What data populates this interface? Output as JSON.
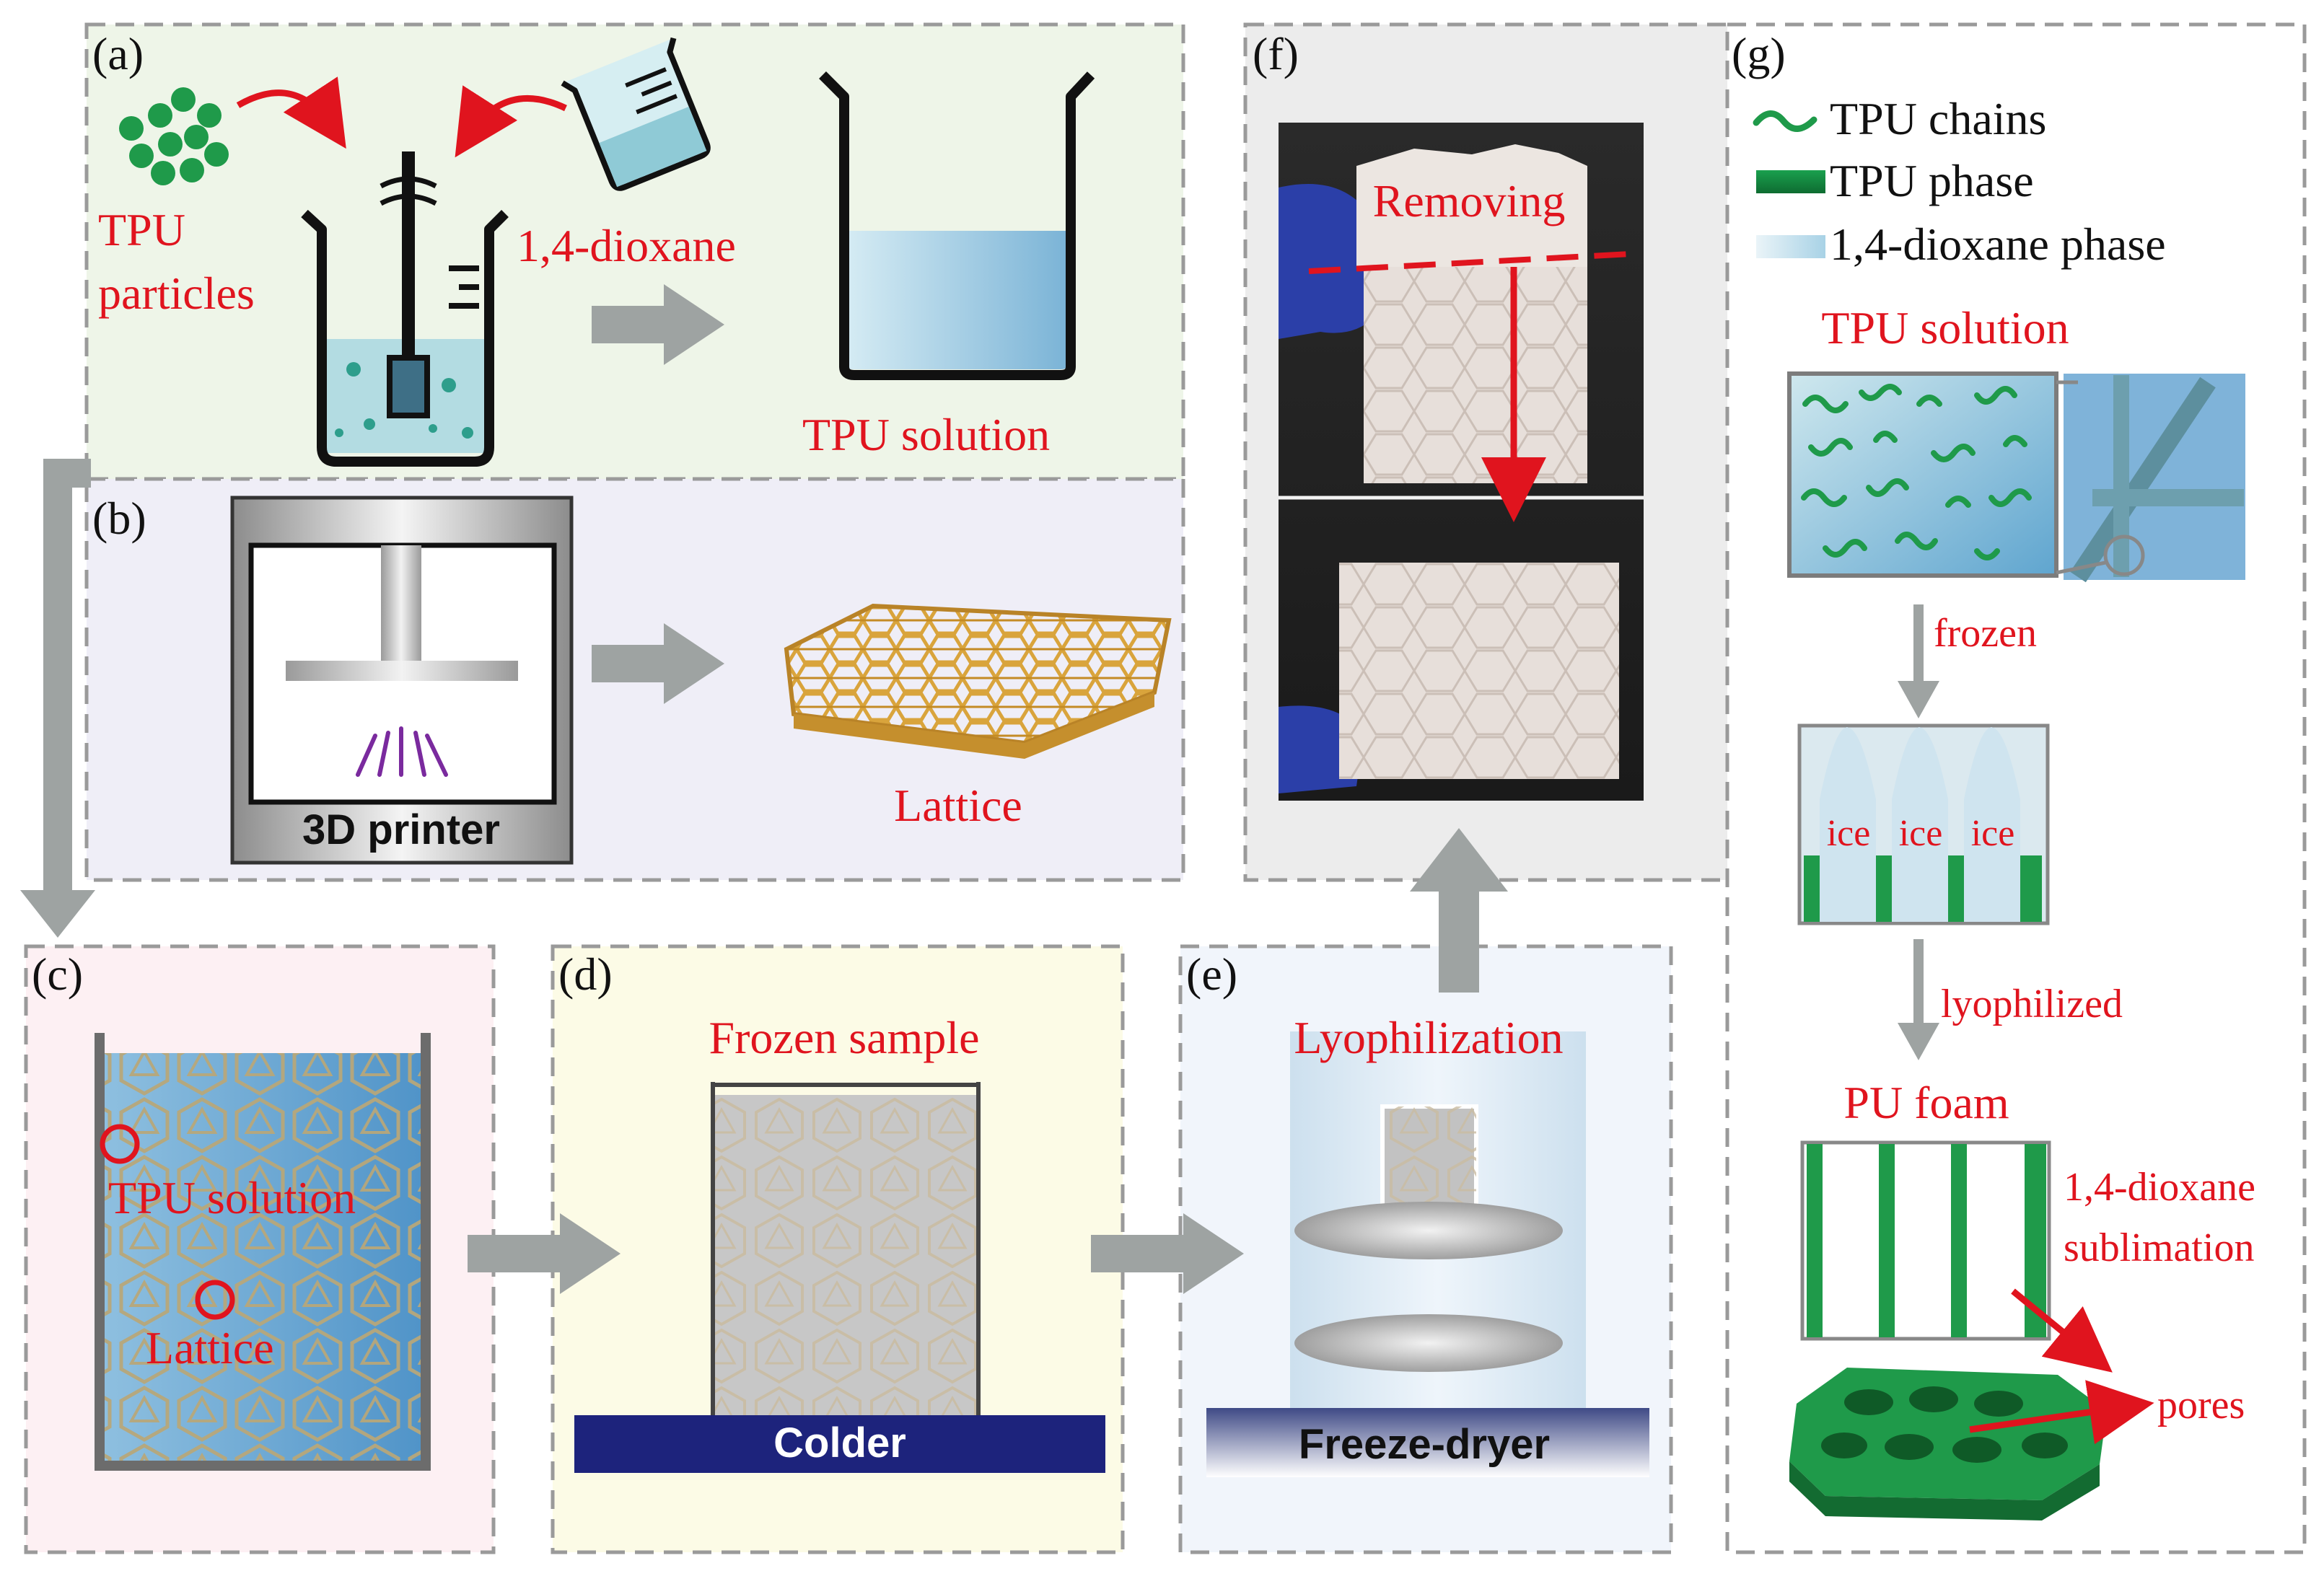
{
  "panels": {
    "a": {
      "label": "(a)",
      "particles_label_line1": "TPU",
      "particles_label_line2": "particles",
      "solvent_label": "1,4-dioxane",
      "result_label": "TPU solution"
    },
    "b": {
      "label": "(b)",
      "printer_label": "3D printer",
      "result_label": "Lattice"
    },
    "c": {
      "label": "(c)",
      "solution_label": "TPU solution",
      "lattice_label": "Lattice"
    },
    "d": {
      "label": "(d)",
      "title": "Frozen sample",
      "base_label": "Colder"
    },
    "e": {
      "label": "(e)",
      "title": "Lyophilization",
      "base_label": "Freeze-dryer"
    },
    "f": {
      "label": "(f)",
      "action_label": "Removing"
    },
    "g": {
      "label": "(g)",
      "legend": [
        {
          "key": "chains",
          "text": "TPU chains"
        },
        {
          "key": "phase",
          "text": "TPU phase"
        },
        {
          "key": "solvent",
          "text": "1,4-dioxane phase"
        }
      ],
      "solution_label": "TPU solution",
      "step1_label": "frozen",
      "ice_labels": [
        "ice",
        "ice",
        "ice"
      ],
      "step2_label": "lyophilized",
      "foam_label": "PU foam",
      "sublimation_line1": "1,4-dioxane",
      "sublimation_line2": "sublimation",
      "pores_label": "pores"
    }
  },
  "colors": {
    "accent_red": "#e0141e",
    "tpu_green": "#1f9a4a",
    "solution_blue": "#7fb6d8",
    "arrow_gray": "#9ea3a2",
    "panel_border": "#9a9a9a",
    "panel_a_bg": "#eef5e8",
    "panel_b_bg": "#efeef7",
    "panel_c_bg": "#fdf0f3",
    "panel_d_bg": "#fcfbe6",
    "panel_e_bg": "#f1f5fb",
    "panel_f_bg": "#ececec",
    "colder_blue": "#1d237c"
  }
}
